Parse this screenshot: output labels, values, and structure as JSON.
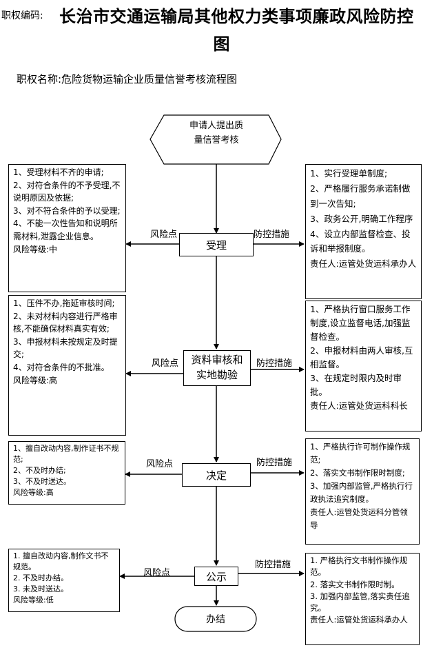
{
  "header": {
    "code_label": "职权编码:",
    "title_line1": "长治市交通运输局其他权力类事项廉政风险防控",
    "title_line2": "图",
    "authority_name": "职权名称:危险货物运输企业质量信誉考核流程图"
  },
  "flow": {
    "start": {
      "line1": "申请人提出质",
      "line2": "量信誉考核"
    },
    "steps": [
      {
        "label_line1": "受理",
        "label_line2": ""
      },
      {
        "label_line1": "资料审核和",
        "label_line2": "实地勘验"
      },
      {
        "label_line1": "决定",
        "label_line2": ""
      },
      {
        "label_line1": "公示",
        "label_line2": ""
      }
    ],
    "end": "办结",
    "risk_label": "风险点",
    "control_label": "防控措施"
  },
  "risks": [
    [
      "1、受理材料不齐的申请;",
      "2、对符合条件的不予受理,不说明原因及依据;",
      "3、对不符合条件的予以受理;",
      "4、不能一次性告知和说明所需材料,泄露企业信息。",
      "风险等级:中"
    ],
    [
      "1、压件不办,拖延审核时间;",
      "2、未对材料内容进行严格审核,不能确保材料真实有效;",
      "3、申报材料未按规定及时提交;",
      "4、对符合条件的不批准。",
      "风险等级:高"
    ],
    [
      "1、擅自改动内容,制作证书不规范;",
      "2、不及时办结;",
      "3、不及时送达。",
      "风险等级:高"
    ],
    [
      "1. 擅自改动内容,制作文书不规范。",
      "2. 不及时办结。",
      "3. 未及时送达。",
      "风险等级:低"
    ]
  ],
  "controls": [
    [
      "1、实行受理单制度;",
      "2、严格履行服务承诺制做到一次告知;",
      "3、政务公开,明确工作程序",
      "4、设立内部监督检查、投诉和举报制度。",
      "责任人:运管处货运科承办人"
    ],
    [
      "1、严格执行窗口服务工作制度,设立监督电话,加强监督检查。",
      "2、申报材料由两人审核,互相监督。",
      "3、在规定时限内及时审批。",
      "责任人:运管处货运科科长"
    ],
    [
      "1、严格执行许可制作操作规范;",
      "2、落实文书制作限时制度;",
      "3、加强内部监管,严格执行行政执法追究制度。",
      "责任人:运管处货运科分管领导"
    ],
    [
      "1. 严格执行文书制作操作规范。",
      "2. 落实文书制作限时制。",
      "3. 加强内部监管,落实责任追究。",
      "责任人:运管处货运科承办人"
    ]
  ]
}
